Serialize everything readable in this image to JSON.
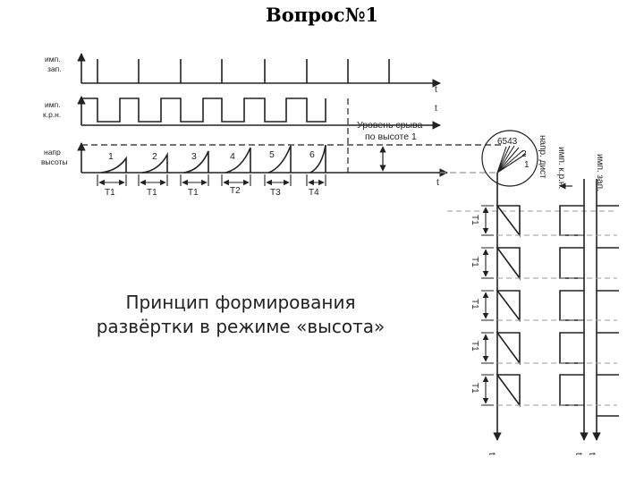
{
  "title": "Вопрос№1",
  "caption": {
    "line1": "Принцип формирования",
    "line2": "развёртки в режиме «высота»"
  },
  "rows": {
    "imp_zap": [
      "имп.",
      "зап."
    ],
    "imp_krn": [
      "имп.",
      "к.р.н."
    ],
    "napr_vys": [
      "напр",
      "высоты"
    ]
  },
  "time_axis_label": "t",
  "level_label": [
    "Уровень срыва",
    "по высоте 1"
  ],
  "pulse_numbers": [
    "1",
    "2",
    "3",
    "4",
    "5",
    "6"
  ],
  "period_labels": [
    "T1",
    "T1",
    "T1",
    "T2",
    "T3",
    "T4"
  ],
  "scope": {
    "digits": "6543",
    "digit2": "2",
    "digit1": "1",
    "labels": [
      "напр. дист",
      "имп. к.р.н.",
      "имп. зап."
    ],
    "period_labels": [
      "T1",
      "T1",
      "T1",
      "T1",
      "T1"
    ]
  }
}
